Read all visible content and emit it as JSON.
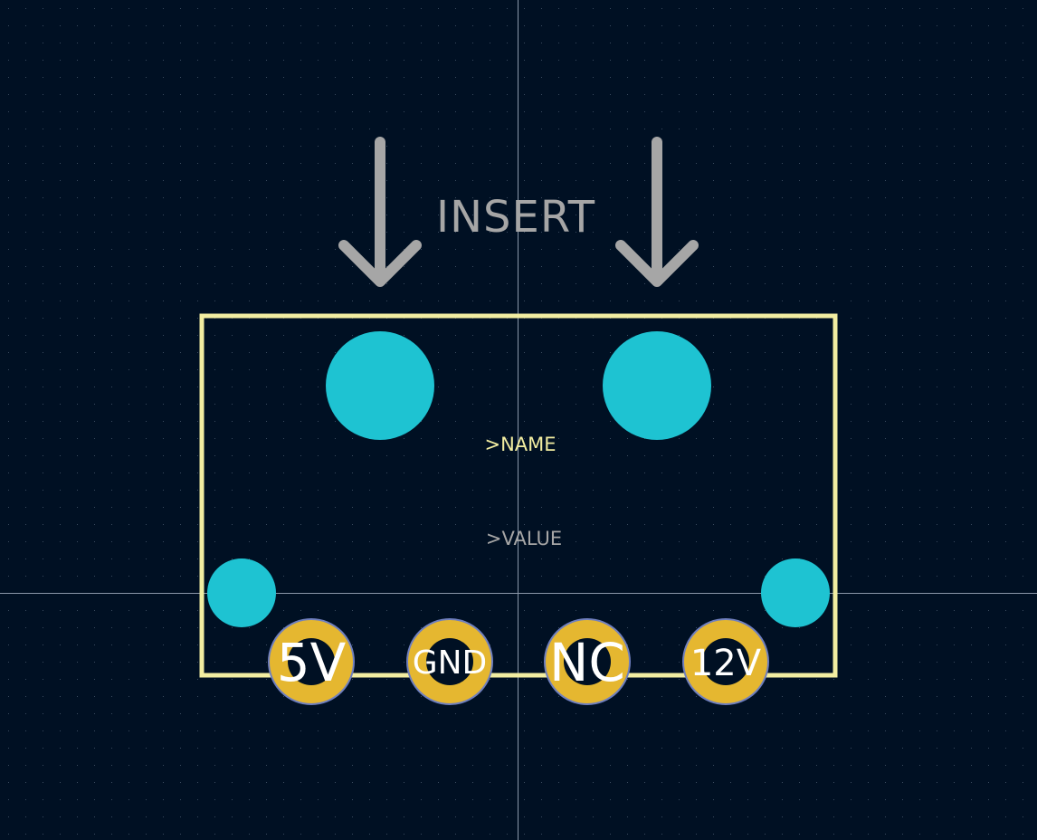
{
  "canvas": {
    "background_color": "#001023",
    "grid_dot_color": "#3a4a5e",
    "crosshair_color": "#8a97a8"
  },
  "annotation": {
    "insert_label": "INSERT",
    "arrow_color": "#a6a6a6",
    "arrow_count": 2
  },
  "footprint": {
    "outline_color": "#f2eda1",
    "name_label": ">NAME",
    "name_color": "#f2eda1",
    "value_label": ">VALUE",
    "value_color": "#a6a6a6",
    "npth_hole_color": "#1ec3d2",
    "mounting_hole_count": 4
  },
  "pads": {
    "copper_color": "#e5b730",
    "ring_color": "#6f7fbe",
    "drill_color": "#001023",
    "label_color": "#ffffff",
    "items": [
      {
        "label": "5V"
      },
      {
        "label": "GND"
      },
      {
        "label": "NC"
      },
      {
        "label": "12V"
      }
    ]
  }
}
